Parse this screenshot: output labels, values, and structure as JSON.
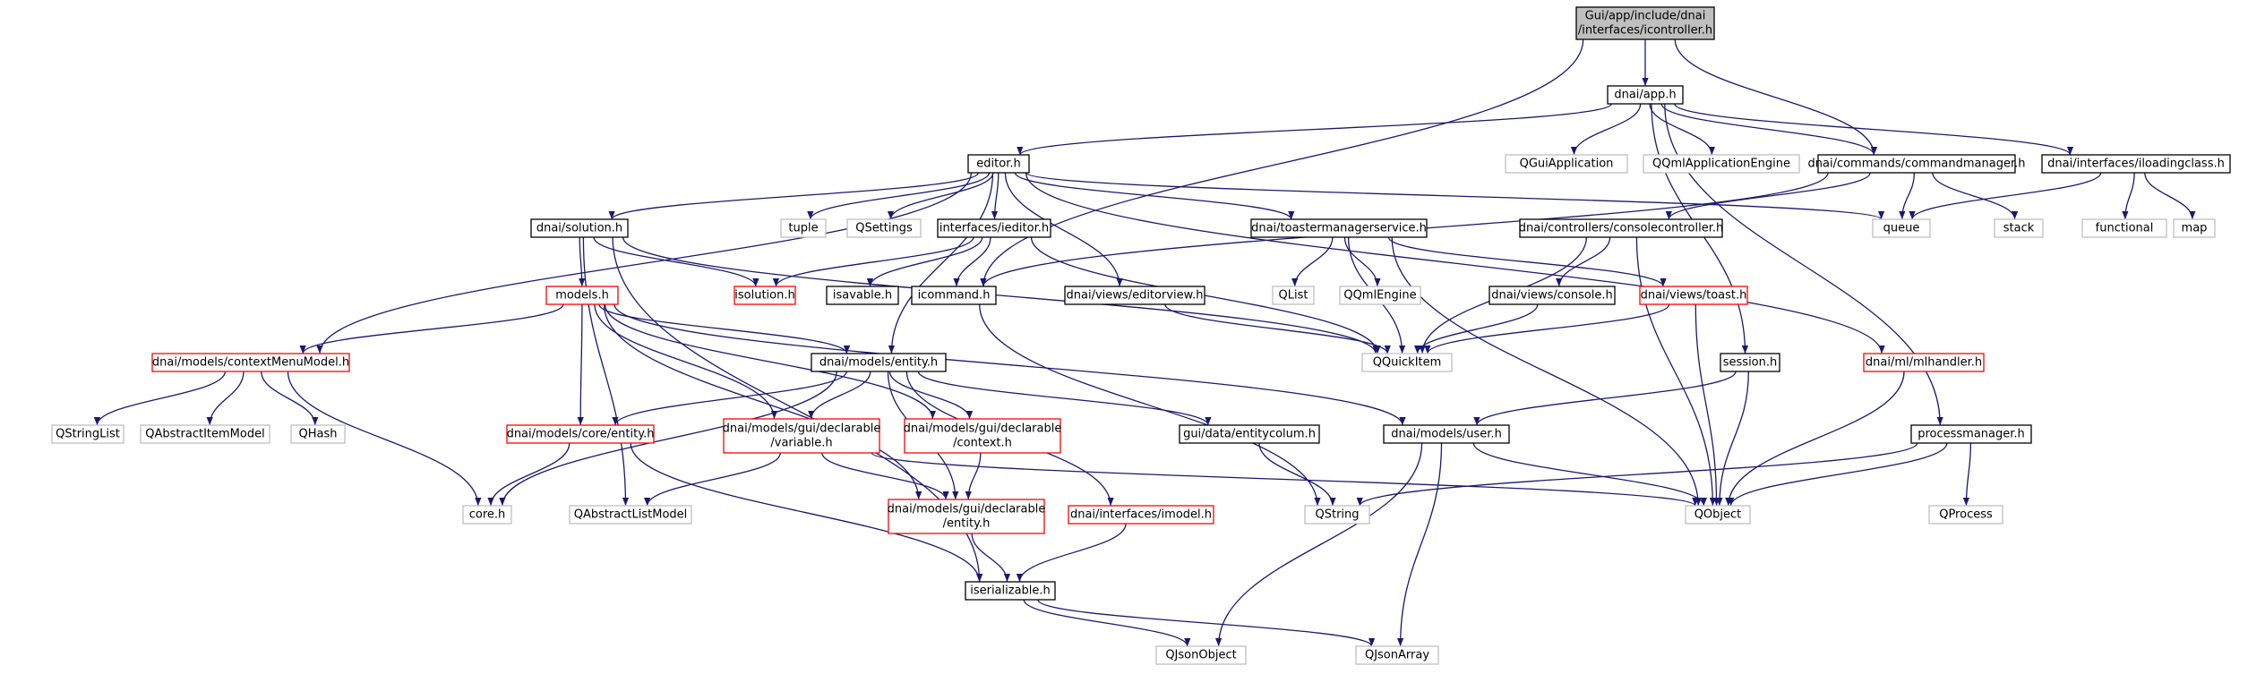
{
  "colors": {
    "edge": "#191970",
    "root_fill": "#bfbfbf",
    "documented_border": "#000000",
    "undocumented_border": "#bfbfbf",
    "unresolved_border": "#ff0000"
  },
  "graph": {
    "nodes": [
      {
        "id": "icontroller",
        "kind": "root",
        "lines": [
          "Gui/app/include/dnai",
          "/interfaces/icontroller.h"
        ]
      },
      {
        "id": "app",
        "kind": "doc",
        "lines": [
          "dnai/app.h"
        ]
      },
      {
        "id": "editor",
        "kind": "doc",
        "lines": [
          "editor.h"
        ]
      },
      {
        "id": "qguiapp",
        "kind": "ext",
        "lines": [
          "QGuiApplication"
        ]
      },
      {
        "id": "qqmlappengine",
        "kind": "ext",
        "lines": [
          "QQmlApplicationEngine"
        ]
      },
      {
        "id": "commandmanager",
        "kind": "doc",
        "lines": [
          "dnai/commands/commandmanager.h"
        ]
      },
      {
        "id": "iloadingclass",
        "kind": "doc",
        "lines": [
          "dnai/interfaces/iloadingclass.h"
        ]
      },
      {
        "id": "solution",
        "kind": "doc",
        "lines": [
          "dnai/solution.h"
        ]
      },
      {
        "id": "tuple",
        "kind": "ext",
        "lines": [
          "tuple"
        ]
      },
      {
        "id": "qsettings",
        "kind": "ext",
        "lines": [
          "QSettings"
        ]
      },
      {
        "id": "ieditor",
        "kind": "doc",
        "lines": [
          "interfaces/ieditor.h"
        ]
      },
      {
        "id": "toastermanager",
        "kind": "doc",
        "lines": [
          "dnai/toastermanagerservice.h"
        ]
      },
      {
        "id": "consolecontroller",
        "kind": "doc",
        "lines": [
          "dnai/controllers/consolecontroller.h"
        ]
      },
      {
        "id": "queue",
        "kind": "ext",
        "lines": [
          "queue"
        ]
      },
      {
        "id": "stack",
        "kind": "ext",
        "lines": [
          "stack"
        ]
      },
      {
        "id": "functional",
        "kind": "ext",
        "lines": [
          "functional"
        ]
      },
      {
        "id": "map",
        "kind": "ext",
        "lines": [
          "map"
        ]
      },
      {
        "id": "models",
        "kind": "red",
        "lines": [
          "models.h"
        ]
      },
      {
        "id": "isolution",
        "kind": "red",
        "lines": [
          "isolution.h"
        ]
      },
      {
        "id": "isavable",
        "kind": "doc",
        "lines": [
          "isavable.h"
        ]
      },
      {
        "id": "icommand",
        "kind": "doc",
        "lines": [
          "icommand.h"
        ]
      },
      {
        "id": "editorview",
        "kind": "doc",
        "lines": [
          "dnai/views/editorview.h"
        ]
      },
      {
        "id": "qlist",
        "kind": "ext",
        "lines": [
          "QList"
        ]
      },
      {
        "id": "qqmlengine",
        "kind": "ext",
        "lines": [
          "QQmlEngine"
        ]
      },
      {
        "id": "console",
        "kind": "doc",
        "lines": [
          "dnai/views/console.h"
        ]
      },
      {
        "id": "toast",
        "kind": "red",
        "lines": [
          "dnai/views/toast.h"
        ]
      },
      {
        "id": "contextmenumodel",
        "kind": "red",
        "lines": [
          "dnai/models/contextMenuModel.h"
        ]
      },
      {
        "id": "modelsentity",
        "kind": "doc",
        "lines": [
          "dnai/models/entity.h"
        ]
      },
      {
        "id": "qquickitem",
        "kind": "ext",
        "lines": [
          "QQuickItem"
        ]
      },
      {
        "id": "session",
        "kind": "doc",
        "lines": [
          "session.h"
        ]
      },
      {
        "id": "mlhandler",
        "kind": "red",
        "lines": [
          "dnai/ml/mlhandler.h"
        ]
      },
      {
        "id": "qstringlist",
        "kind": "ext",
        "lines": [
          "QStringList"
        ]
      },
      {
        "id": "qabstractitemmodel",
        "kind": "ext",
        "lines": [
          "QAbstractItemModel"
        ]
      },
      {
        "id": "qhash",
        "kind": "ext",
        "lines": [
          "QHash"
        ]
      },
      {
        "id": "coreentity",
        "kind": "red",
        "lines": [
          "dnai/models/core/entity.h"
        ]
      },
      {
        "id": "variable",
        "kind": "red",
        "lines": [
          "dnai/models/gui/declarable",
          "/variable.h"
        ]
      },
      {
        "id": "context",
        "kind": "red",
        "lines": [
          "dnai/models/gui/declarable",
          "/context.h"
        ]
      },
      {
        "id": "entitycolum",
        "kind": "doc",
        "lines": [
          "gui/data/entitycolum.h"
        ]
      },
      {
        "id": "user",
        "kind": "doc",
        "lines": [
          "dnai/models/user.h"
        ]
      },
      {
        "id": "processmanager",
        "kind": "doc",
        "lines": [
          "processmanager.h"
        ]
      },
      {
        "id": "core",
        "kind": "ext",
        "lines": [
          "core.h"
        ]
      },
      {
        "id": "qabstractlistmodel",
        "kind": "ext",
        "lines": [
          "QAbstractListModel"
        ]
      },
      {
        "id": "guientity",
        "kind": "red",
        "lines": [
          "dnai/models/gui/declarable",
          "/entity.h"
        ]
      },
      {
        "id": "imodel",
        "kind": "red",
        "lines": [
          "dnai/interfaces/imodel.h"
        ]
      },
      {
        "id": "qstring",
        "kind": "ext",
        "lines": [
          "QString"
        ]
      },
      {
        "id": "qobject",
        "kind": "ext",
        "lines": [
          "QObject"
        ]
      },
      {
        "id": "qprocess",
        "kind": "ext",
        "lines": [
          "QProcess"
        ]
      },
      {
        "id": "iserializable",
        "kind": "doc",
        "lines": [
          "iserializable.h"
        ]
      },
      {
        "id": "qjsonobject",
        "kind": "ext",
        "lines": [
          "QJsonObject"
        ]
      },
      {
        "id": "qjsonarray",
        "kind": "ext",
        "lines": [
          "QJsonArray"
        ]
      }
    ],
    "edges": [
      [
        "icontroller",
        "app"
      ],
      [
        "icontroller",
        "commandmanager"
      ],
      [
        "icontroller",
        "icommand"
      ],
      [
        "app",
        "editor"
      ],
      [
        "app",
        "qguiapp"
      ],
      [
        "app",
        "qqmlappengine"
      ],
      [
        "app",
        "commandmanager"
      ],
      [
        "app",
        "iloadingclass"
      ],
      [
        "app",
        "session"
      ],
      [
        "app",
        "processmanager"
      ],
      [
        "editor",
        "solution"
      ],
      [
        "editor",
        "tuple"
      ],
      [
        "editor",
        "qsettings"
      ],
      [
        "editor",
        "ieditor"
      ],
      [
        "editor",
        "toastermanager"
      ],
      [
        "editor",
        "editorview"
      ],
      [
        "editor",
        "queue"
      ],
      [
        "editor",
        "contextmenumodel"
      ],
      [
        "editor",
        "modelsentity"
      ],
      [
        "editor",
        "mlhandler"
      ],
      [
        "commandmanager",
        "consolecontroller"
      ],
      [
        "commandmanager",
        "queue"
      ],
      [
        "commandmanager",
        "stack"
      ],
      [
        "commandmanager",
        "icommand"
      ],
      [
        "iloadingclass",
        "queue"
      ],
      [
        "iloadingclass",
        "functional"
      ],
      [
        "iloadingclass",
        "map"
      ],
      [
        "solution",
        "models"
      ],
      [
        "solution",
        "isolution"
      ],
      [
        "solution",
        "qquickitem"
      ],
      [
        "solution",
        "qabstractlistmodel"
      ],
      [
        "solution",
        "iserializable"
      ],
      [
        "ieditor",
        "isolution"
      ],
      [
        "ieditor",
        "isavable"
      ],
      [
        "ieditor",
        "icommand"
      ],
      [
        "ieditor",
        "qquickitem"
      ],
      [
        "toastermanager",
        "qlist"
      ],
      [
        "toastermanager",
        "qqmlengine"
      ],
      [
        "toastermanager",
        "toast"
      ],
      [
        "toastermanager",
        "qquickitem"
      ],
      [
        "toastermanager",
        "qobject"
      ],
      [
        "consolecontroller",
        "console"
      ],
      [
        "consolecontroller",
        "qquickitem"
      ],
      [
        "consolecontroller",
        "qobject"
      ],
      [
        "models",
        "contextmenumodel"
      ],
      [
        "models",
        "modelsentity"
      ],
      [
        "models",
        "coreentity"
      ],
      [
        "models",
        "variable"
      ],
      [
        "models",
        "context"
      ],
      [
        "models",
        "user"
      ],
      [
        "models",
        "guientity"
      ],
      [
        "icommand",
        "qstring"
      ],
      [
        "editorview",
        "qquickitem"
      ],
      [
        "console",
        "qquickitem"
      ],
      [
        "toast",
        "qquickitem"
      ],
      [
        "toast",
        "qobject"
      ],
      [
        "contextmenumodel",
        "qstringlist"
      ],
      [
        "contextmenumodel",
        "qabstractitemmodel"
      ],
      [
        "contextmenumodel",
        "qhash"
      ],
      [
        "contextmenumodel",
        "core"
      ],
      [
        "modelsentity",
        "core"
      ],
      [
        "modelsentity",
        "coreentity"
      ],
      [
        "modelsentity",
        "variable"
      ],
      [
        "modelsentity",
        "context"
      ],
      [
        "modelsentity",
        "entitycolum"
      ],
      [
        "modelsentity",
        "guientity"
      ],
      [
        "modelsentity",
        "imodel"
      ],
      [
        "session",
        "user"
      ],
      [
        "session",
        "qobject"
      ],
      [
        "mlhandler",
        "qobject"
      ],
      [
        "coreentity",
        "core"
      ],
      [
        "coreentity",
        "iserializable"
      ],
      [
        "variable",
        "qabstractlistmodel"
      ],
      [
        "variable",
        "guientity"
      ],
      [
        "variable",
        "qobject"
      ],
      [
        "context",
        "guientity"
      ],
      [
        "entitycolum",
        "qstring"
      ],
      [
        "user",
        "qobject"
      ],
      [
        "user",
        "qjsonobject"
      ],
      [
        "user",
        "qjsonarray"
      ],
      [
        "processmanager",
        "qstring"
      ],
      [
        "processmanager",
        "qobject"
      ],
      [
        "processmanager",
        "qprocess"
      ],
      [
        "guientity",
        "iserializable"
      ],
      [
        "imodel",
        "iserializable"
      ],
      [
        "iserializable",
        "qjsonobject"
      ],
      [
        "iserializable",
        "qjsonarray"
      ]
    ]
  }
}
